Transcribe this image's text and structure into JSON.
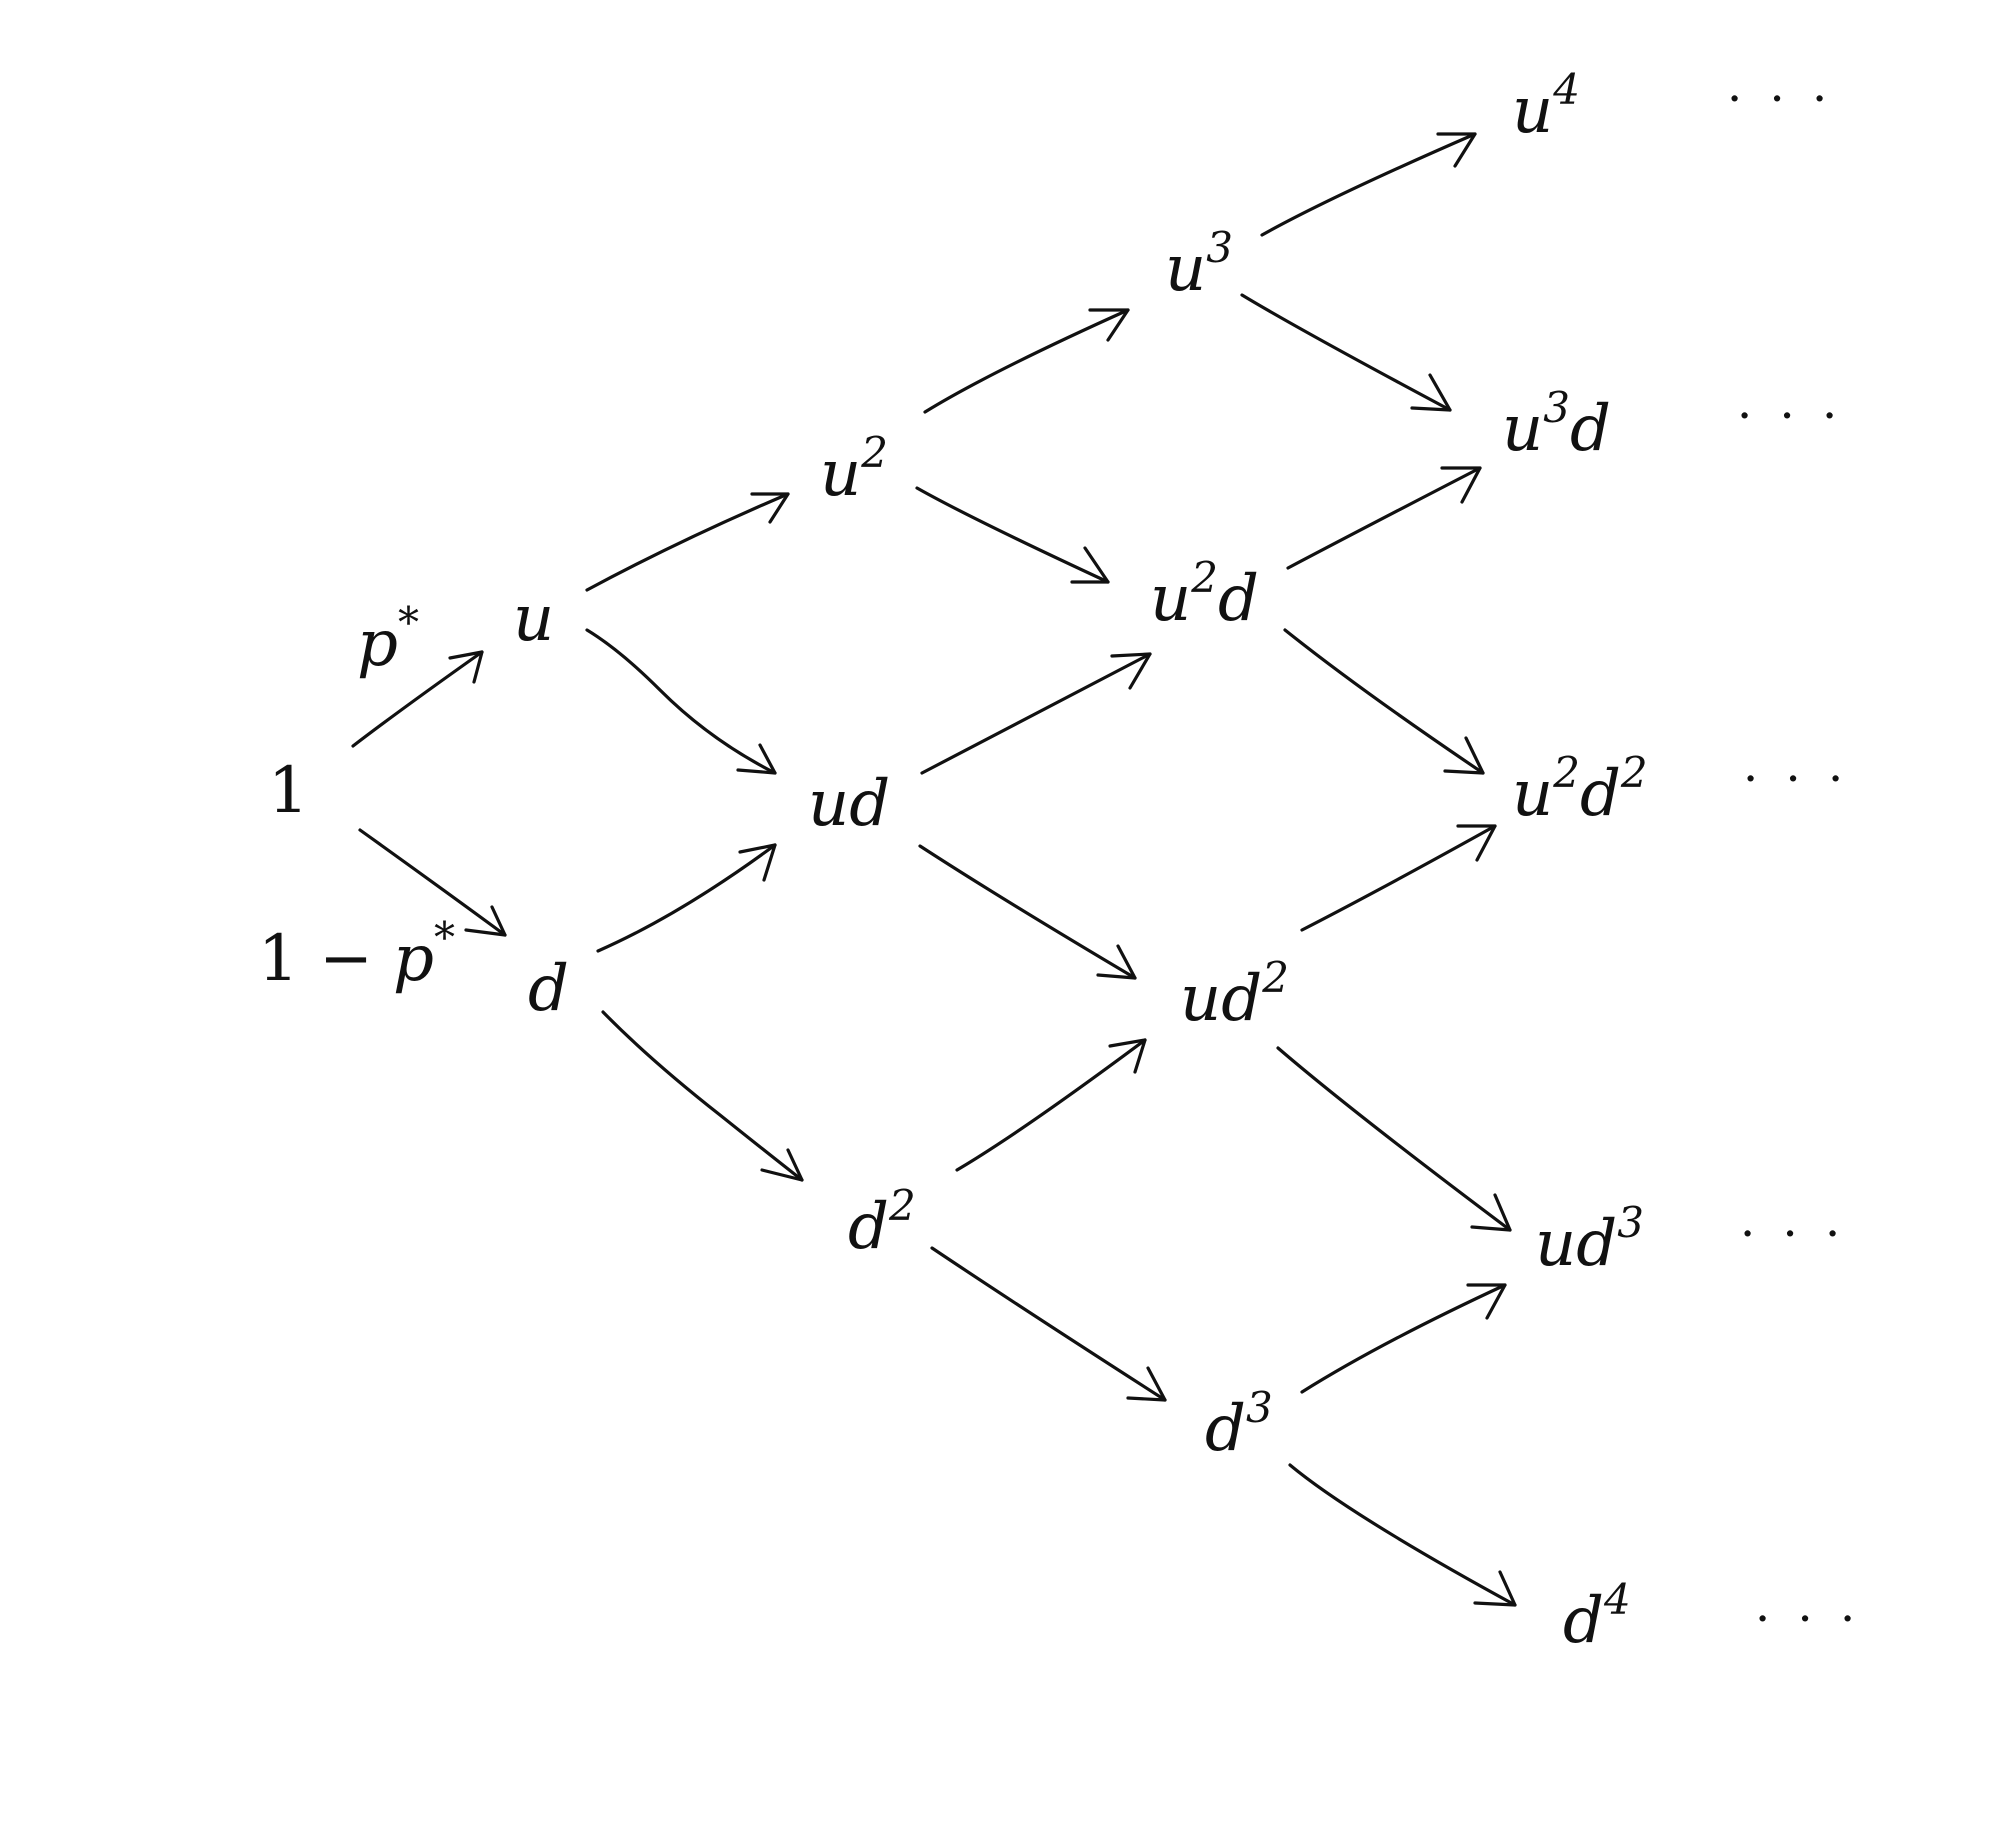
{
  "root": {
    "label": "1"
  },
  "edge_labels": {
    "up_prob": {
      "base": "p",
      "sup": "*"
    },
    "down_prob": {
      "prefix": "1 − ",
      "base": "p",
      "sup": "*"
    }
  },
  "nodes": {
    "u": {
      "base": "u",
      "sup": ""
    },
    "d": {
      "base": "d",
      "sup": ""
    },
    "u2": {
      "base": "u",
      "sup": "2"
    },
    "ud": {
      "base": "ud",
      "sup": ""
    },
    "d2": {
      "base": "d",
      "sup": "2"
    },
    "u3": {
      "base": "u",
      "sup": "3"
    },
    "u2d": {
      "base": "u",
      "sup": "2",
      "tail": "d"
    },
    "ud2": {
      "base": "ud",
      "sup": "2"
    },
    "d3": {
      "base": "d",
      "sup": "3"
    },
    "u4": {
      "base": "u",
      "sup": "4"
    },
    "u3d": {
      "base": "u",
      "sup": "3",
      "tail": "d"
    },
    "u2d2": {
      "base": "u",
      "sup": "2",
      "tail": "d",
      "sup2": "2"
    },
    "ud3": {
      "base": "ud",
      "sup": "3"
    },
    "d4": {
      "base": "d",
      "sup": "4"
    }
  },
  "continuation": "· · ·"
}
